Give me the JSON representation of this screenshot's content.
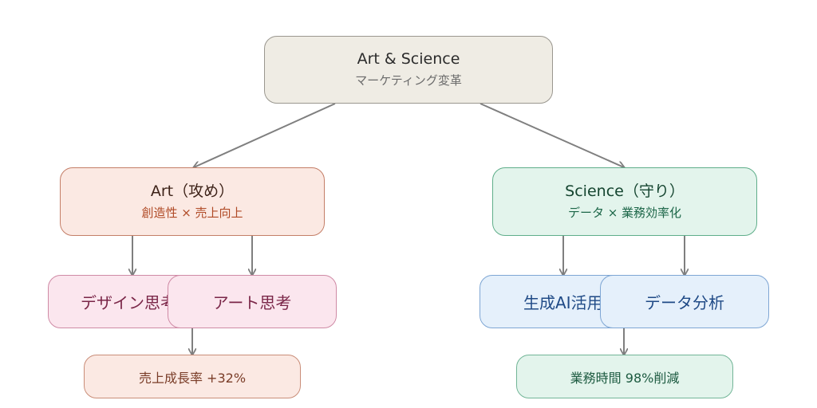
{
  "root": {
    "title": "Art & Science",
    "subtitle": "マーケティング変革"
  },
  "art": {
    "title": "Art（攻め）",
    "subtitle": "創造性 × 売上向上",
    "children": [
      "デザイン思考",
      "アート思考"
    ],
    "outcome": "売上成長率 +32%"
  },
  "science": {
    "title": "Science（守り）",
    "subtitle": "データ × 業務効率化",
    "children": [
      "生成AI活用",
      "データ分析"
    ],
    "outcome": "業務時間 98%削減"
  },
  "colors": {
    "edge": "#7f7f7f",
    "art_border": "#c47e67",
    "science_border": "#5fae8a",
    "pink_border": "#cf8aa5",
    "blue_border": "#7ea6d4"
  }
}
